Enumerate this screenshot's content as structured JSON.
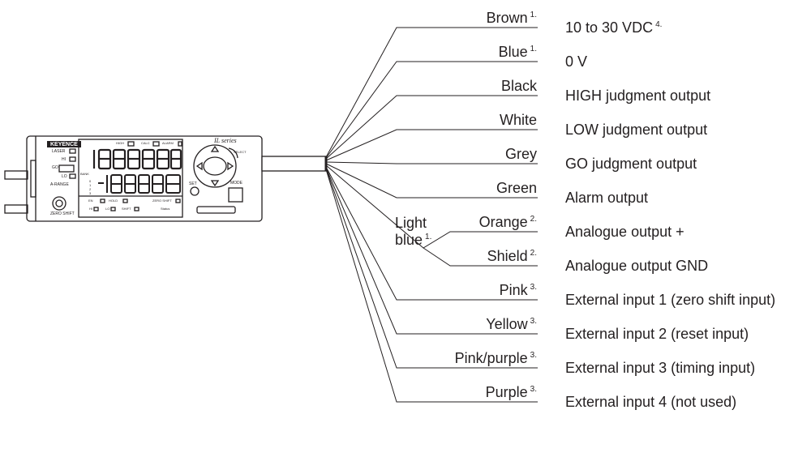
{
  "device": {
    "brand": "KEYENCE",
    "series": "IL series",
    "indicators": {
      "laser": "LASER",
      "hi": "HI",
      "go": "GO",
      "lo": "LO",
      "a_range": "A-RANGE",
      "bank": "BANK",
      "zero_shift": "ZERO SHIFT"
    },
    "status": {
      "high": "HIGH",
      "calc": "CALC",
      "alarm": "ALARM",
      "en": "EN",
      "hold": "HOLD",
      "lo": "LO",
      "shift": "SHIFT",
      "hi": "HI",
      "zero_shift": "ZERO SHIFT",
      "status": "Status"
    },
    "bank_digits": [
      "0",
      "1",
      "2",
      "3"
    ],
    "buttons": {
      "set": "SET",
      "mode": "MODE",
      "select": "SELECT"
    }
  },
  "wires": [
    {
      "color": "Brown",
      "note": "1.",
      "function": "10 to 30 VDC",
      "function_note": "4."
    },
    {
      "color": "Blue",
      "note": "1.",
      "function": "0 V",
      "function_note": ""
    },
    {
      "color": "Black",
      "note": "",
      "function": "HIGH judgment output",
      "function_note": ""
    },
    {
      "color": "White",
      "note": "",
      "function": "LOW judgment output",
      "function_note": ""
    },
    {
      "color": "Grey",
      "note": "",
      "function": "GO judgment output",
      "function_note": ""
    },
    {
      "color": "Green",
      "note": "",
      "function": "Alarm output",
      "function_note": ""
    },
    {
      "color": "Orange",
      "note": "2.",
      "function": "Analogue output +",
      "function_note": ""
    },
    {
      "color": "Shield",
      "note": "2.",
      "function": "Analogue output GND",
      "function_note": ""
    },
    {
      "color": "Pink",
      "note": "3.",
      "function": "External input 1 (zero shift input)",
      "function_note": ""
    },
    {
      "color": "Yellow",
      "note": "3.",
      "function": "External input 2 (reset input)",
      "function_note": ""
    },
    {
      "color": "Pink/purple",
      "note": "3.",
      "function": "External input 3 (timing input)",
      "function_note": ""
    },
    {
      "color": "Purple",
      "note": "3.",
      "function": "External input 4 (not used)",
      "function_note": ""
    }
  ],
  "group": {
    "line1": "Light",
    "line2": "blue",
    "note": "1."
  }
}
